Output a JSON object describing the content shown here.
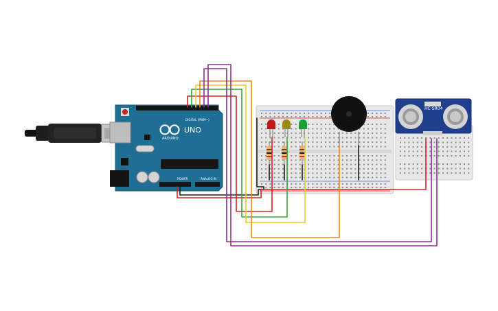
{
  "arduino": {
    "model_label": "UNO",
    "brand_label": "ARDUINO",
    "digital_label": "DIGITAL (PWM~)",
    "power_label": "POWER",
    "analog_label": "ANALOG IN"
  },
  "sensor": {
    "model_label": "HC-SR04"
  },
  "colors": {
    "arduino_board": "#1f6f95",
    "breadboard": "#e7e7e7",
    "sensor_board": "#1f3f8c",
    "wire_red": "#d62020",
    "wire_green": "#35a832",
    "wire_yellow": "#e6cf2a",
    "wire_orange": "#e8891c",
    "wire_purple": "#8f2c8f",
    "wire_black": "#1c1c1c",
    "led_red": "#c11a1a",
    "led_yellow": "#9a8a12",
    "led_green": "#19a136"
  }
}
